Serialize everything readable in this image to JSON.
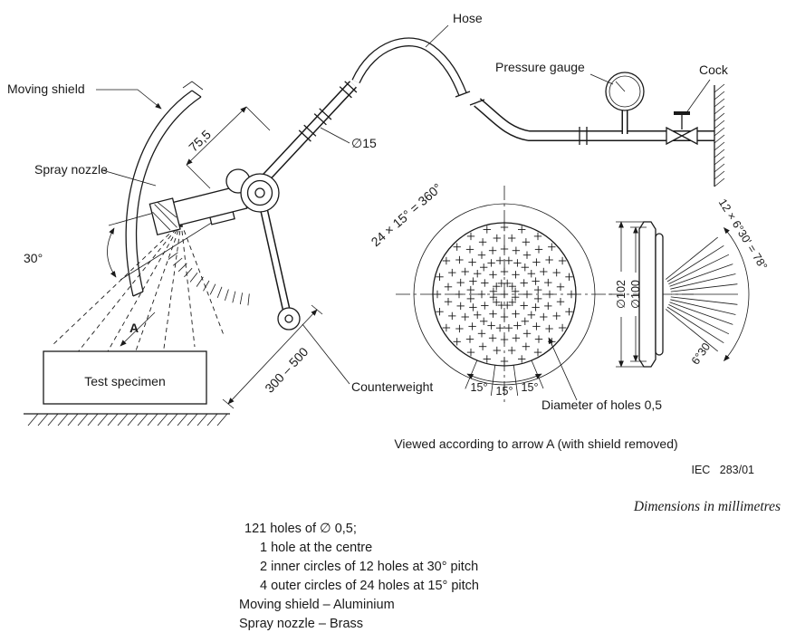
{
  "labels": {
    "hose": "Hose",
    "pressure_gauge": "Pressure gauge",
    "cock": "Cock",
    "moving_shield": "Moving shield",
    "spray_nozzle": "Spray nozzle",
    "test_specimen": "Test specimen",
    "counterweight": "Counterweight",
    "arrow_a": "A"
  },
  "dims": {
    "arm": "75,5",
    "pipe_dia": "∅15",
    "tilt": "30°",
    "range": "300 – 500",
    "pitch_total": "24 × 15° = 360°",
    "pitch": "15°",
    "hole_note": "Diameter of holes 0,5",
    "dia102": "∅102",
    "dia100": "∅100",
    "fan_total": "12 × 6°30' = 78°",
    "fan_step": "6°30'"
  },
  "captions": {
    "view": "Viewed according to arrow A (with shield removed)",
    "ref": "IEC   283/01",
    "units": "Dimensions in millimetres"
  },
  "notes": [
    "121 holes of ∅ 0,5;",
    "1 hole at the centre",
    "2 inner circles of 12 holes at 30° pitch",
    "4 outer circles of 24 holes at 15° pitch",
    "Moving shield – Aluminium",
    "Spray nozzle – Brass"
  ]
}
